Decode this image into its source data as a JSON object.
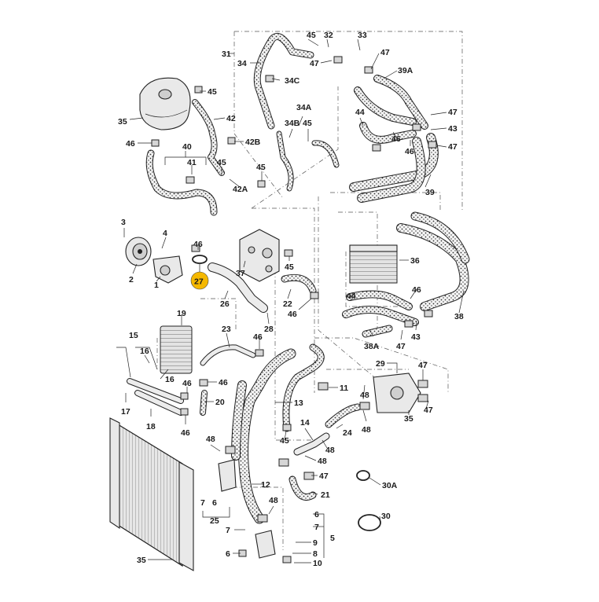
{
  "diagram": {
    "callouts": [
      {
        "id": "c31",
        "text": "31"
      },
      {
        "id": "c34",
        "text": "34"
      },
      {
        "id": "c45a",
        "text": "45"
      },
      {
        "id": "c32",
        "text": "32"
      },
      {
        "id": "c33",
        "text": "33"
      },
      {
        "id": "c47a",
        "text": "47"
      },
      {
        "id": "c47b",
        "text": "47"
      },
      {
        "id": "c39a",
        "text": "39A"
      },
      {
        "id": "c34c",
        "text": "34C"
      },
      {
        "id": "c45b",
        "text": "45"
      },
      {
        "id": "c35a",
        "text": "35"
      },
      {
        "id": "c42",
        "text": "42"
      },
      {
        "id": "c34a",
        "text": "34A"
      },
      {
        "id": "c34b",
        "text": "34B"
      },
      {
        "id": "c45c",
        "text": "45"
      },
      {
        "id": "c44a",
        "text": "44"
      },
      {
        "id": "c47c",
        "text": "47"
      },
      {
        "id": "c43a",
        "text": "43"
      },
      {
        "id": "c46a",
        "text": "46"
      },
      {
        "id": "c47d",
        "text": "47"
      },
      {
        "id": "c46b",
        "text": "46"
      },
      {
        "id": "c42b",
        "text": "42B"
      },
      {
        "id": "c40",
        "text": "40"
      },
      {
        "id": "c41",
        "text": "41"
      },
      {
        "id": "c45d",
        "text": "45"
      },
      {
        "id": "c45e",
        "text": "45"
      },
      {
        "id": "c42a",
        "text": "42A"
      },
      {
        "id": "c46c",
        "text": "46"
      },
      {
        "id": "c39",
        "text": "39"
      },
      {
        "id": "c3",
        "text": "3"
      },
      {
        "id": "c4",
        "text": "4"
      },
      {
        "id": "c46d",
        "text": "46"
      },
      {
        "id": "c36",
        "text": "36"
      },
      {
        "id": "c2",
        "text": "2"
      },
      {
        "id": "c1",
        "text": "1"
      },
      {
        "id": "c37",
        "text": "37"
      },
      {
        "id": "c45f",
        "text": "45"
      },
      {
        "id": "c46e",
        "text": "46"
      },
      {
        "id": "c22",
        "text": "22"
      },
      {
        "id": "c44b",
        "text": "44"
      },
      {
        "id": "c26",
        "text": "26"
      },
      {
        "id": "c46f",
        "text": "46"
      },
      {
        "id": "c38",
        "text": "38"
      },
      {
        "id": "c28",
        "text": "28"
      },
      {
        "id": "c19",
        "text": "19"
      },
      {
        "id": "c15",
        "text": "15"
      },
      {
        "id": "c23",
        "text": "23"
      },
      {
        "id": "c46g",
        "text": "46"
      },
      {
        "id": "c38a",
        "text": "38A"
      },
      {
        "id": "c47e",
        "text": "47"
      },
      {
        "id": "c43b",
        "text": "43"
      },
      {
        "id": "c16a",
        "text": "16"
      },
      {
        "id": "c16b",
        "text": "16"
      },
      {
        "id": "c46h",
        "text": "46"
      },
      {
        "id": "c46i",
        "text": "46"
      },
      {
        "id": "c29",
        "text": "29"
      },
      {
        "id": "c47f",
        "text": "47"
      },
      {
        "id": "c11",
        "text": "11"
      },
      {
        "id": "c48a",
        "text": "48"
      },
      {
        "id": "c17",
        "text": "17"
      },
      {
        "id": "c20",
        "text": "20"
      },
      {
        "id": "c13",
        "text": "13"
      },
      {
        "id": "c47g",
        "text": "47"
      },
      {
        "id": "c18",
        "text": "18"
      },
      {
        "id": "c46j",
        "text": "46"
      },
      {
        "id": "c14",
        "text": "14"
      },
      {
        "id": "c48b",
        "text": "48"
      },
      {
        "id": "c35b",
        "text": "35"
      },
      {
        "id": "c24",
        "text": "24"
      },
      {
        "id": "c45g",
        "text": "45"
      },
      {
        "id": "c48c",
        "text": "48"
      },
      {
        "id": "c48d",
        "text": "48"
      },
      {
        "id": "c48e",
        "text": "48"
      },
      {
        "id": "c47h",
        "text": "47"
      },
      {
        "id": "c30a",
        "text": "30A"
      },
      {
        "id": "c12",
        "text": "12"
      },
      {
        "id": "c21",
        "text": "21"
      },
      {
        "id": "c7a",
        "text": "7"
      },
      {
        "id": "c6a",
        "text": "6"
      },
      {
        "id": "c25",
        "text": "25"
      },
      {
        "id": "c48f",
        "text": "48"
      },
      {
        "id": "c30",
        "text": "30"
      },
      {
        "id": "c6b",
        "text": "6"
      },
      {
        "id": "c7b",
        "text": "7"
      },
      {
        "id": "c7c",
        "text": "7"
      },
      {
        "id": "c5",
        "text": "5"
      },
      {
        "id": "c9",
        "text": "9"
      },
      {
        "id": "c35c",
        "text": "35"
      },
      {
        "id": "c6c",
        "text": "6"
      },
      {
        "id": "c8",
        "text": "8"
      },
      {
        "id": "c10",
        "text": "10"
      }
    ],
    "highlighted_callout": {
      "text": "27",
      "color": "#f5b800"
    },
    "colors": {
      "line": "#222222",
      "hose_fill": "#f2f2f2",
      "part_fill": "#e9e9e9"
    }
  }
}
